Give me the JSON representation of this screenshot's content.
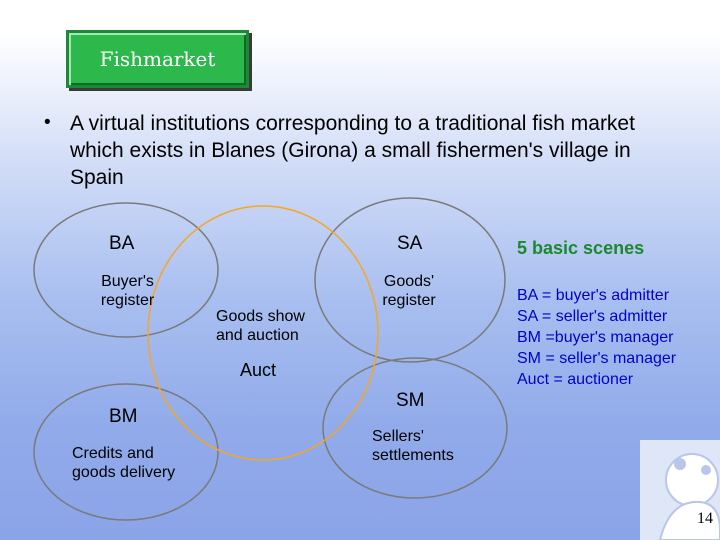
{
  "slide": {
    "title": "Fishmarket",
    "bullet_symbol": "•",
    "intro_text": "A virtual institutions corresponding to a traditional fish market which exists in Blanes (Girona) a small fishermen's village in Spain",
    "page_number": "14"
  },
  "diagram": {
    "scenes": [
      {
        "code": "BA",
        "description": "Buyer's register"
      },
      {
        "code": "SA",
        "description": "Goods' register"
      },
      {
        "code": "Auct",
        "description": "Goods show and auction"
      },
      {
        "code": "BM",
        "description": "Credits and goods delivery"
      },
      {
        "code": "SM",
        "description": "Sellers' settlements"
      }
    ],
    "colors": {
      "circle_outline": "#7a7a7a",
      "auction_outline": "#f5a623"
    }
  },
  "legend": {
    "title": "5 basic scenes",
    "title_color": "#1b8a2c",
    "text_color": "#0000cc",
    "items": [
      "BA = buyer's admitter",
      "SA = seller's admitter",
      "BM =buyer's manager",
      "SM = seller's manager",
      "Auct = auctioner"
    ]
  }
}
